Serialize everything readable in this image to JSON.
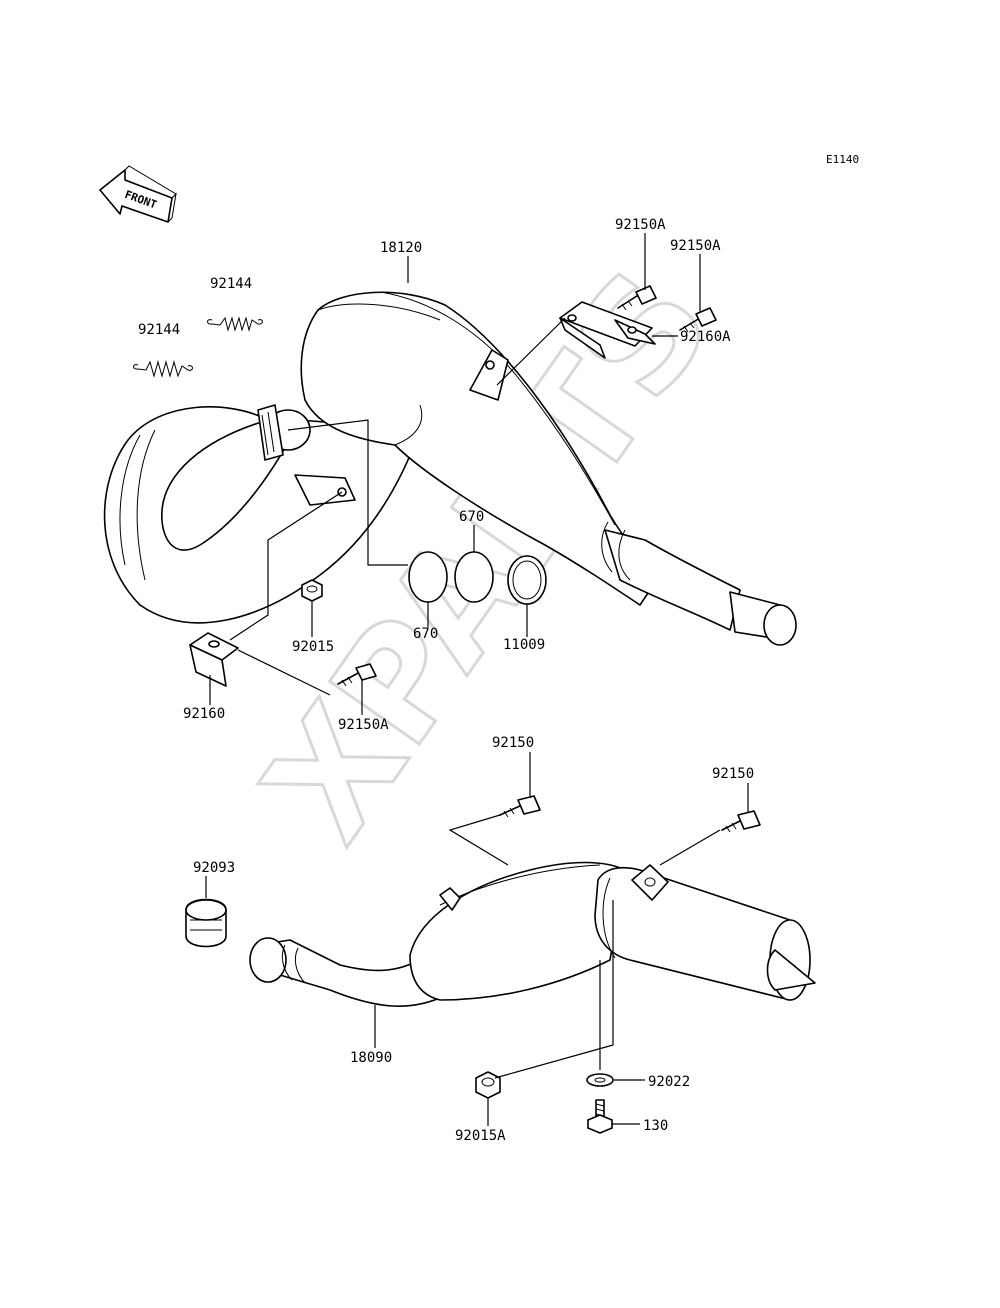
{
  "diagram_code": "E1140",
  "front_label": "FRONT",
  "watermark": "XPARTS",
  "labels": {
    "p18120": "18120",
    "p92150A_1": "92150A",
    "p92150A_2": "92150A",
    "p92160A": "92160A",
    "p92144_1": "92144",
    "p92144_2": "92144",
    "p670_top": "670",
    "p670_bottom": "670",
    "p11009": "11009",
    "p92015": "92015",
    "p92160": "92160",
    "p92150A_3": "92150A",
    "p92150_1": "92150",
    "p92150_2": "92150",
    "p92093": "92093",
    "p18090": "18090",
    "p92022": "92022",
    "p92015A": "92015A",
    "p130": "130"
  }
}
